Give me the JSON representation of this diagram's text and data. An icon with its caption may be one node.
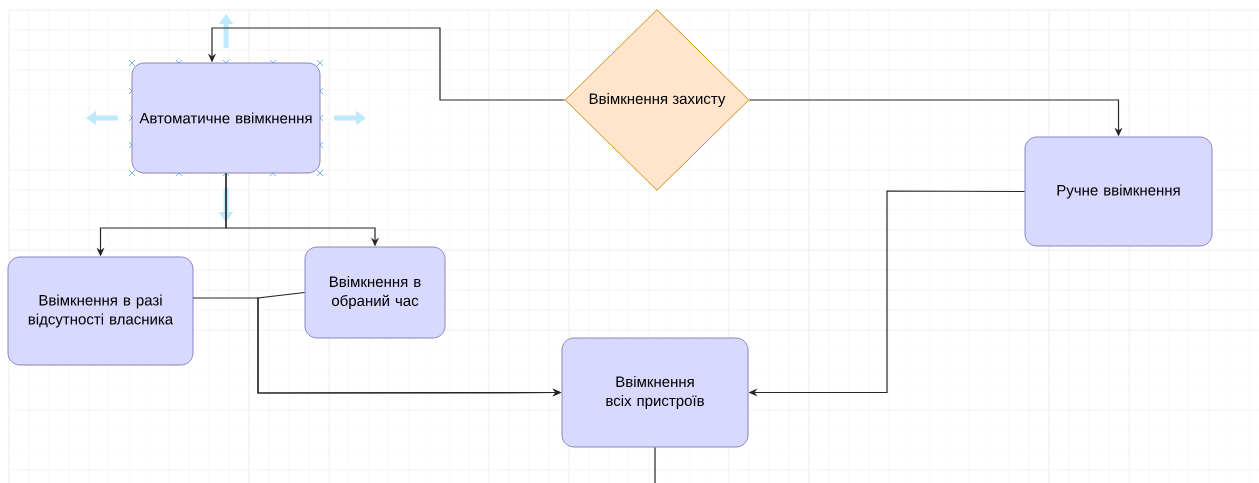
{
  "diagram": {
    "nodes": [
      {
        "text": [
          "Ввімкнення захисту"
        ]
      },
      {
        "text": [
          "Автоматичне ввімкнення"
        ]
      },
      {
        "text": [
          "Ручне ввімкнення"
        ]
      },
      {
        "text": [
          "Ввімкнення в разі відсутності власника"
        ]
      },
      {
        "text": [
          "Ввімкнення в обраний час"
        ]
      },
      {
        "text": [
          "Ввімкнення всіх пристроїв"
        ]
      }
    ],
    "edges": [
      {
        "from": 0,
        "to": 1,
        "arrow": "to"
      },
      {
        "from": 0,
        "to": 2,
        "arrow": "to"
      },
      {
        "from": 1,
        "to": 3,
        "arrow": "to"
      },
      {
        "from": 1,
        "to": 4,
        "arrow": "to"
      },
      {
        "from": 3,
        "to": 5,
        "arrow": "to"
      },
      {
        "from": 4,
        "to": 5,
        "arrow": "to"
      },
      {
        "from": 2,
        "to": 5,
        "arrow": "to"
      },
      {
        "from": 5,
        "to": null,
        "arrow": "none"
      }
    ]
  }
}
